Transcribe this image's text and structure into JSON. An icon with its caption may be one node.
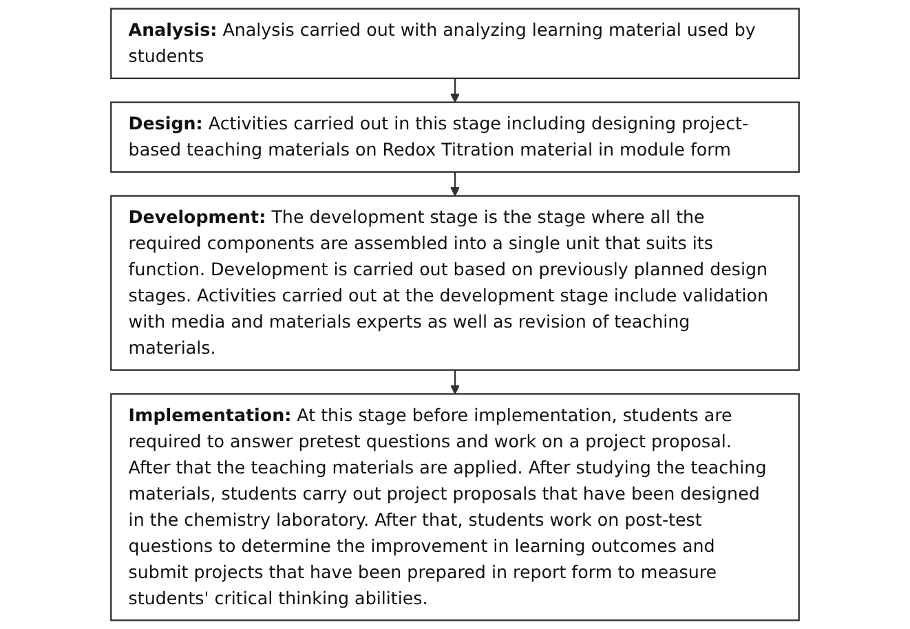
{
  "diagram": {
    "nodes": [
      {
        "text": [
          "**Analysis:** Analysis carried out with analyzing learning material used by students"
        ]
      },
      {
        "text": [
          "**Design:** Activities carried out in this stage including designing project-based teaching materials on Redox Titration material in module form"
        ]
      },
      {
        "text": [
          "**Development:** The development stage is the stage where all the required components are assembled into a single unit that suits its function. Development is carried out based on previously planned design stages. Activities carried out at the development stage include validation with media and materials experts as well as revision of teaching materials."
        ]
      },
      {
        "text": [
          "**Implementation:** At this stage before implementation, students are required to answer pretest questions and work on a project proposal. After that the teaching materials are applied. After studying the teaching materials, students carry out project proposals that have been designed in the chemistry laboratory. After that, students work on post-test questions to determine the improvement in learning outcomes and submit projects that have been prepared in report form to measure students' critical thinking abilities."
        ]
      }
    ],
    "edges": [
      {
        "from": 0,
        "to": 1,
        "arrow": "to"
      },
      {
        "from": 1,
        "to": 2,
        "arrow": "to"
      },
      {
        "from": 2,
        "to": 3,
        "arrow": "to"
      }
    ]
  }
}
